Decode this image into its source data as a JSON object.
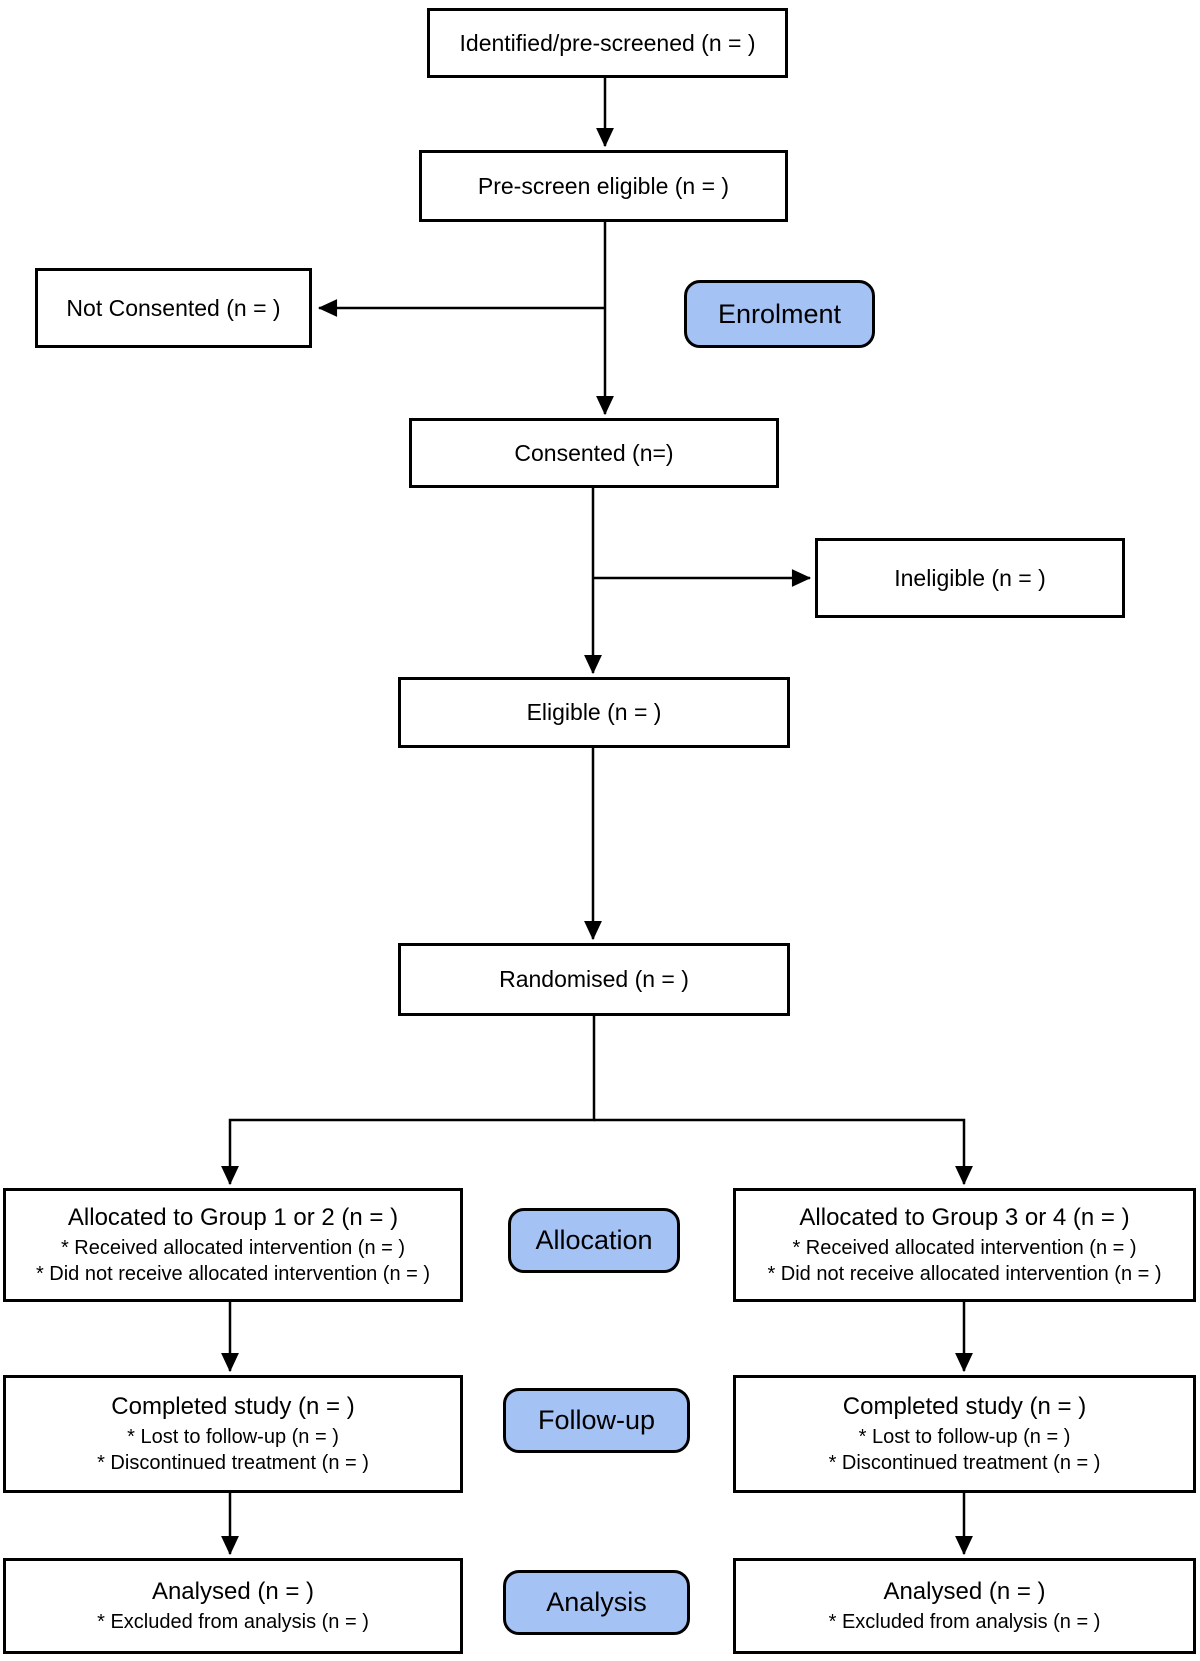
{
  "flowchart": {
    "enrolment": {
      "identified": "Identified/pre-screened (n = )",
      "prescreen": "Pre-screen eligible (n = )",
      "not_consented": "Not Consented (n = )",
      "consented": "Consented (n=)",
      "ineligible": "Ineligible (n = )",
      "eligible": "Eligible (n = )",
      "randomised": "Randomised (n = )"
    },
    "badges": {
      "enrolment": "Enrolment",
      "allocation": "Allocation",
      "follow_up": "Follow-up",
      "analysis": "Analysis"
    },
    "allocation": {
      "left": {
        "title": "Allocated to Group 1 or 2 (n = )",
        "bullets": [
          "* Received allocated intervention (n = )",
          "* Did not receive allocated intervention (n = )"
        ]
      },
      "right": {
        "title": "Allocated to Group 3 or 4 (n = )",
        "bullets": [
          "* Received allocated intervention (n = )",
          "* Did not receive allocated intervention (n = )"
        ]
      }
    },
    "follow_up": {
      "left": {
        "title": "Completed study (n = )",
        "bullets": [
          "* Lost to follow-up (n = )",
          "* Discontinued treatment (n = )"
        ]
      },
      "right": {
        "title": "Completed study (n = )",
        "bullets": [
          "* Lost to follow-up (n = )",
          "* Discontinued treatment (n = )"
        ]
      }
    },
    "analysis": {
      "left": {
        "title": "Analysed (n = )",
        "bullets": [
          "* Excluded from analysis (n = )"
        ]
      },
      "right": {
        "title": "Analysed (n = )",
        "bullets": [
          "* Excluded from analysis (n = )"
        ]
      }
    },
    "colors": {
      "badge_fill": "#a4c2f4",
      "line": "#000000",
      "background": "#ffffff"
    }
  }
}
